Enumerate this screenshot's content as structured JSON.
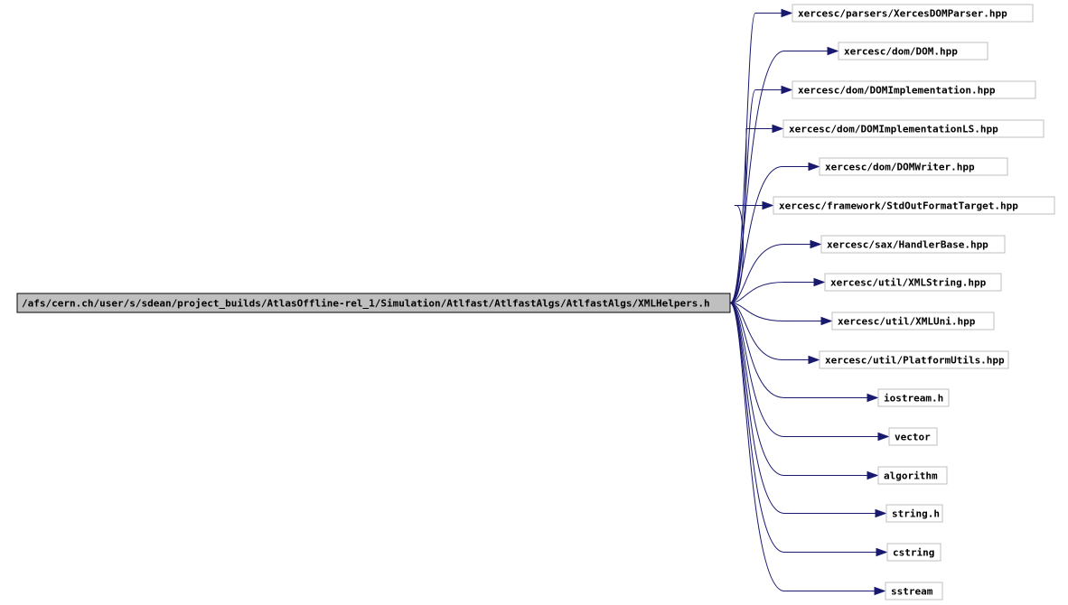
{
  "graph": {
    "root": {
      "label": "/afs/cern.ch/user/s/sdean/project_builds/AtlasOffline-rel_1/Simulation/Atlfast/AtlfastAlgs/AtlfastAlgs/XMLHelpers.h"
    },
    "includes": [
      {
        "label": "xercesc/parsers/XercesDOMParser.hpp"
      },
      {
        "label": "xercesc/dom/DOM.hpp"
      },
      {
        "label": "xercesc/dom/DOMImplementation.hpp"
      },
      {
        "label": "xercesc/dom/DOMImplementationLS.hpp"
      },
      {
        "label": "xercesc/dom/DOMWriter.hpp"
      },
      {
        "label": "xercesc/framework/StdOutFormatTarget.hpp"
      },
      {
        "label": "xercesc/sax/HandlerBase.hpp"
      },
      {
        "label": "xercesc/util/XMLString.hpp"
      },
      {
        "label": "xercesc/util/XMLUni.hpp"
      },
      {
        "label": "xercesc/util/PlatformUtils.hpp"
      },
      {
        "label": "iostream.h"
      },
      {
        "label": "vector"
      },
      {
        "label": "algorithm"
      },
      {
        "label": "string.h"
      },
      {
        "label": "cstring"
      },
      {
        "label": "sstream"
      }
    ],
    "colors": {
      "edge": "#191970",
      "root_fill": "#bfbfbf",
      "root_border": "#000000",
      "node_border": "#bfbfbf",
      "node_fill": "#ffffff"
    }
  }
}
